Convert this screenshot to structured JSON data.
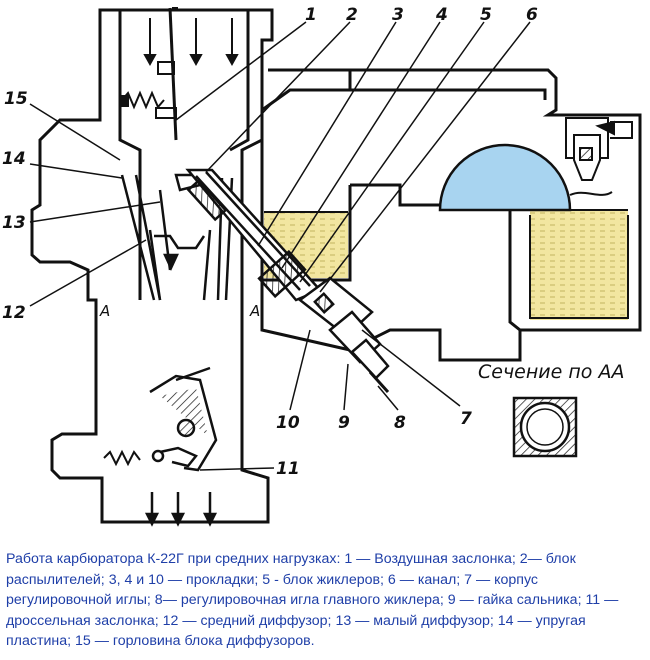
{
  "labels": {
    "n1": "1",
    "n2": "2",
    "n3": "3",
    "n4": "4",
    "n5": "5",
    "n6": "6",
    "n7": "7",
    "n8": "8",
    "n9": "9",
    "n10": "10",
    "n11": "11",
    "n12": "12",
    "n13": "13",
    "n14": "14",
    "n15": "15",
    "section_a_left": "A",
    "section_a_right": "A",
    "section_title": "Сечение по АА"
  },
  "caption": {
    "text": "Работа карбюратора К-22Г при средних нагрузках: 1 — Воздушная заслонка; 2— блок распылителей; 3, 4 и 10 — прокладки; 5 - блок жиклеров; 6 — канал; 7 — корпус регулировочной иглы; 8— регулировочная игла главного жиклера; 9 — гайка сальника; 11 — дроссельная заслонка; 12 — средний диффузор; 13 — малый диффузор; 14 — упругая пластина; 15 — горловина блока диффузоров."
  },
  "colors": {
    "caption": "#1f3fa8",
    "fuel": "#f2e6a0",
    "float": "#a8d4f0",
    "line": "#111111"
  }
}
